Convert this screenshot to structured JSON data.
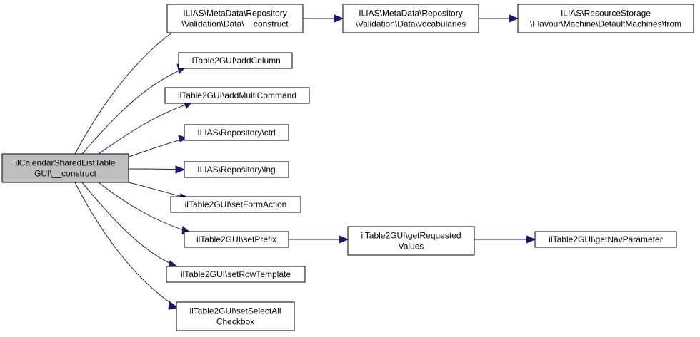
{
  "graph": {
    "colors": {
      "root_fill": "#bfbfbf",
      "node_fill": "#ffffff",
      "node_border": "#000000",
      "edge": "#191970"
    },
    "nodes": {
      "root": {
        "lines": [
          "ilCalendarSharedListTable",
          "GUI\\__construct"
        ]
      },
      "metadata_construct": {
        "lines": [
          "ILIAS\\MetaData\\Repository",
          "\\Validation\\Data\\__construct"
        ]
      },
      "metadata_vocabularies": {
        "lines": [
          "ILIAS\\MetaData\\Repository",
          "\\Validation\\Data\\vocabularies"
        ]
      },
      "resource_from": {
        "lines": [
          "ILIAS\\ResourceStorage",
          "\\Flavour\\Machine\\DefaultMachines\\from"
        ]
      },
      "add_column": {
        "lines": [
          "ilTable2GUI\\addColumn"
        ]
      },
      "add_multi_command": {
        "lines": [
          "ilTable2GUI\\addMultiCommand"
        ]
      },
      "repository_ctrl": {
        "lines": [
          "ILIAS\\Repository\\ctrl"
        ]
      },
      "repository_lng": {
        "lines": [
          "ILIAS\\Repository\\lng"
        ]
      },
      "set_form_action": {
        "lines": [
          "ilTable2GUI\\setFormAction"
        ]
      },
      "set_prefix": {
        "lines": [
          "ilTable2GUI\\setPrefix"
        ]
      },
      "get_requested_values": {
        "lines": [
          "ilTable2GUI\\getRequested",
          "Values"
        ]
      },
      "get_nav_parameter": {
        "lines": [
          "ilTable2GUI\\getNavParameter"
        ]
      },
      "set_row_template": {
        "lines": [
          "ilTable2GUI\\setRowTemplate"
        ]
      },
      "set_select_all_checkbox": {
        "lines": [
          "ilTable2GUI\\setSelectAll",
          "Checkbox"
        ]
      }
    },
    "edges": [
      [
        "root",
        "metadata_construct"
      ],
      [
        "root",
        "add_column"
      ],
      [
        "root",
        "add_multi_command"
      ],
      [
        "root",
        "repository_ctrl"
      ],
      [
        "root",
        "repository_lng"
      ],
      [
        "root",
        "set_form_action"
      ],
      [
        "root",
        "set_prefix"
      ],
      [
        "root",
        "set_row_template"
      ],
      [
        "root",
        "set_select_all_checkbox"
      ],
      [
        "metadata_construct",
        "metadata_vocabularies"
      ],
      [
        "metadata_vocabularies",
        "resource_from"
      ],
      [
        "set_prefix",
        "get_requested_values"
      ],
      [
        "get_requested_values",
        "get_nav_parameter"
      ]
    ]
  }
}
